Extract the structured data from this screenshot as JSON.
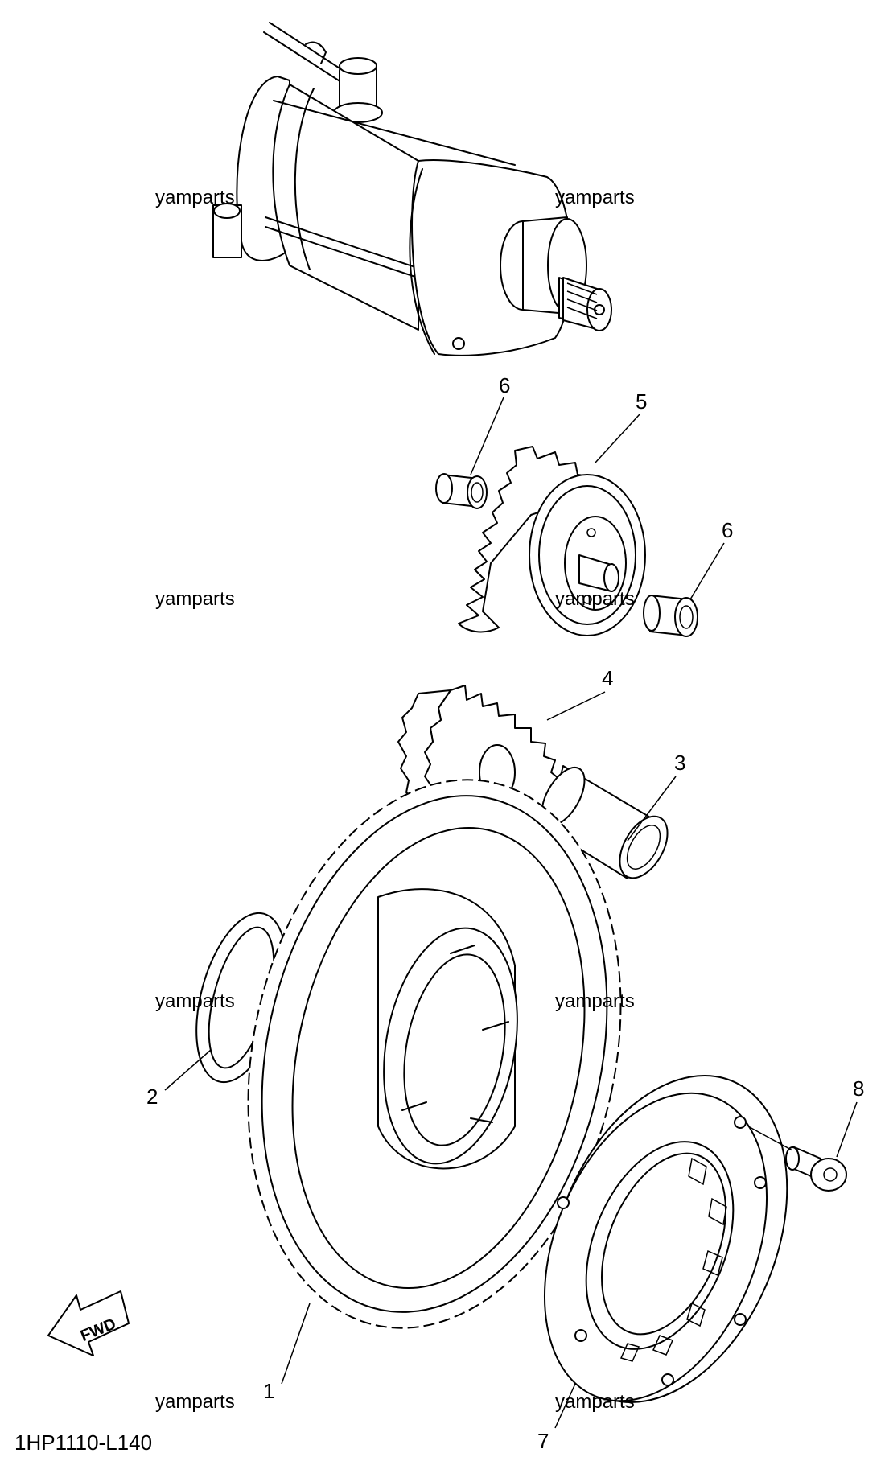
{
  "watermark": "yamparts",
  "diagram_code": "1HP1110-L140",
  "fwd_label": "FWD",
  "parts": [
    {
      "number": "1",
      "icon": "starter-wheel-gear-icon"
    },
    {
      "number": "2",
      "icon": "washer-icon"
    },
    {
      "number": "3",
      "icon": "shaft-icon"
    },
    {
      "number": "4",
      "icon": "idle-gear-icon"
    },
    {
      "number": "5",
      "icon": "idle-gear-assembly-icon"
    },
    {
      "number": "6",
      "icon": "bushing-icon"
    },
    {
      "number": "7",
      "icon": "starter-clutch-icon"
    },
    {
      "number": "8",
      "icon": "bolt-icon"
    }
  ],
  "main_component_icon": "starter-motor-icon",
  "colors": {
    "line": "#000000",
    "background": "#ffffff"
  }
}
